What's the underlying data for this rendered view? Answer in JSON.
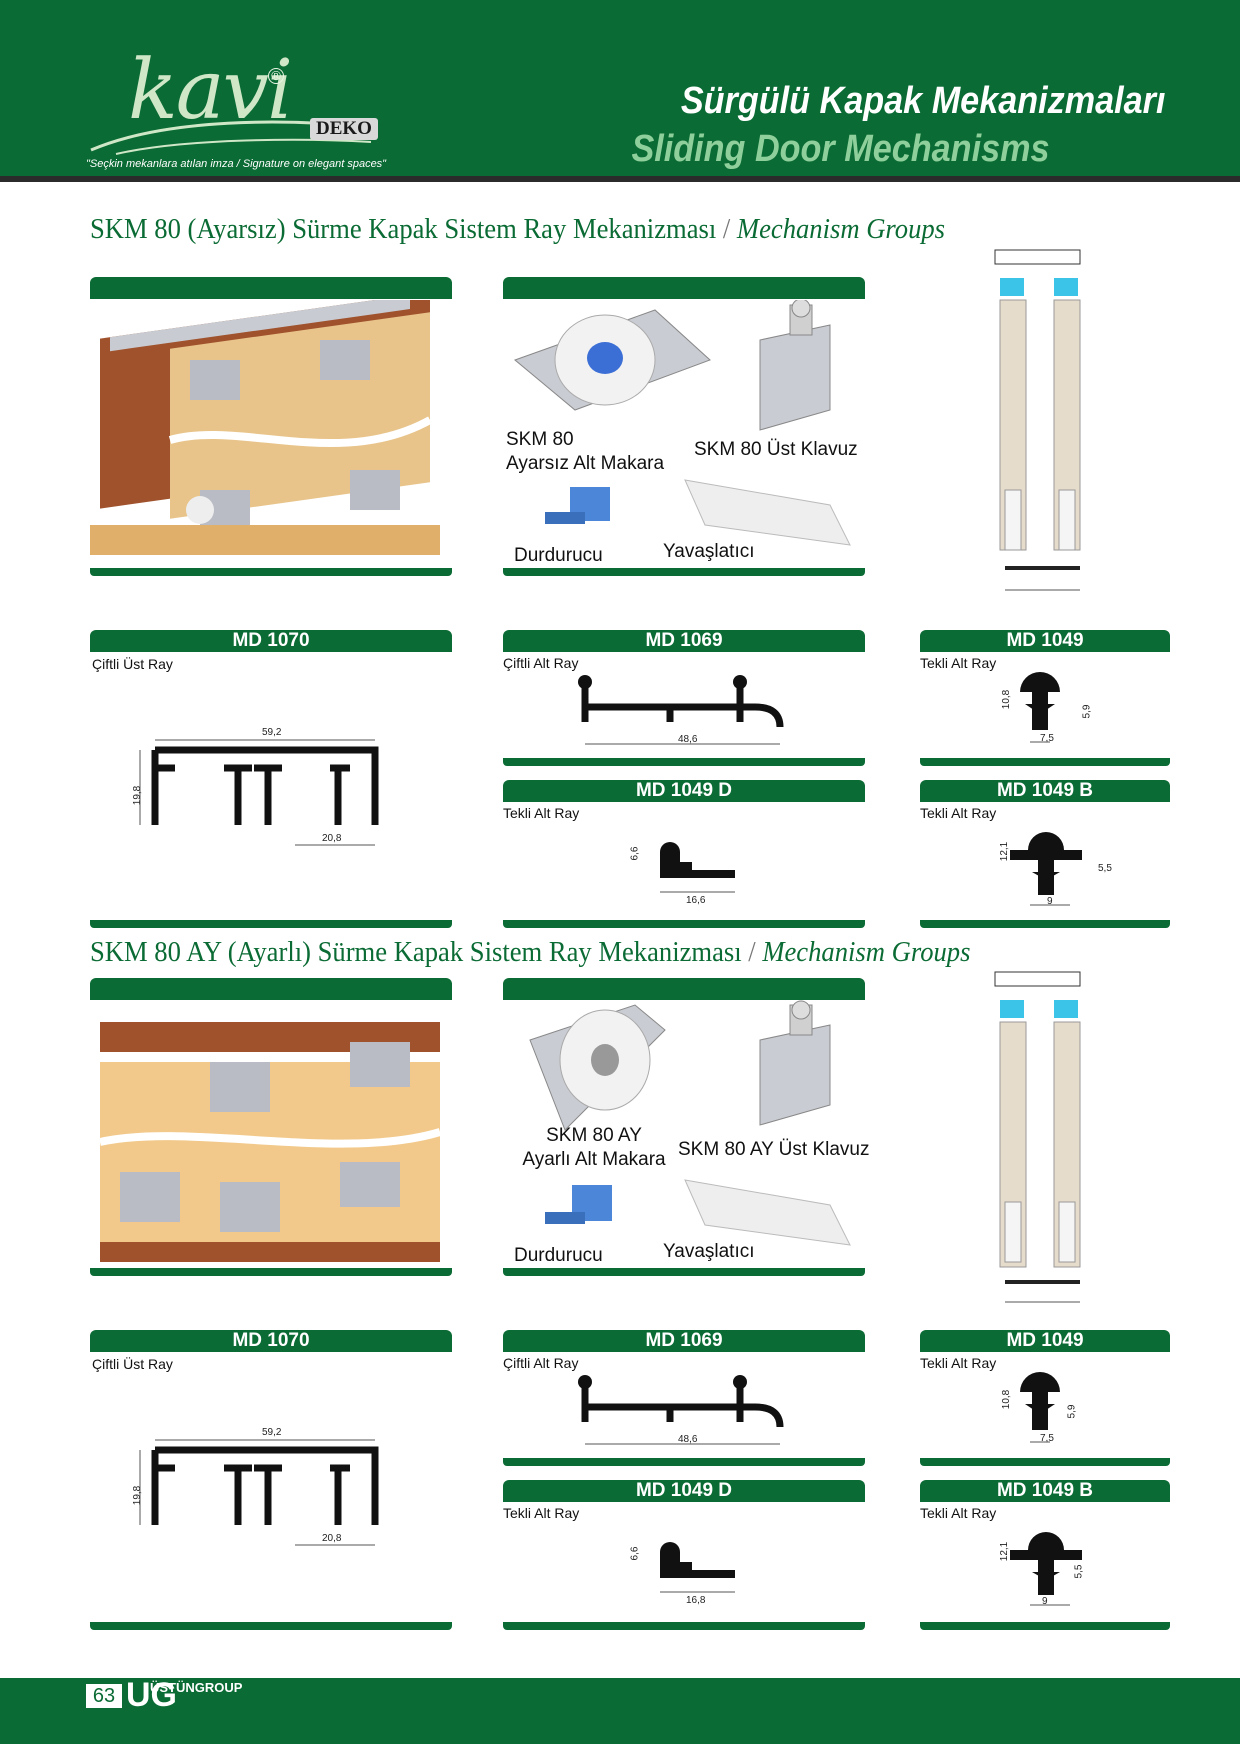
{
  "header": {
    "logo_text": "kavi",
    "logo_registered": "®",
    "logo_sub": "DEKO",
    "slogan": "\"Seçkin mekanlara atılan imza / Signature on elegant spaces\"",
    "title_tr": "Sürgülü Kapak Mekanizmaları",
    "title_en": "Sliding Door Mechanisms"
  },
  "section1": {
    "title_main": "SKM 80 (Ayarsız) Sürme Kapak Sistem Ray Mekanizması",
    "title_sep": " / ",
    "title_en": "Mechanism Groups",
    "parts": {
      "roller_line1": "SKM 80",
      "roller_line2": "Ayarsız Alt Makara",
      "guide": "SKM 80 Üst Klavuz",
      "stopper": "Durdurucu",
      "damper": "Yavaşlatıcı"
    },
    "profiles": {
      "md1070": {
        "code": "MD 1070",
        "desc": "Çiftli Üst Ray",
        "w": "59,2",
        "h": "19,8",
        "gap": "20,8"
      },
      "md1069": {
        "code": "MD 1069",
        "desc": "Çiftli Alt Ray",
        "w": "48,6"
      },
      "md1049": {
        "code": "MD 1049",
        "desc": "Tekli Alt Ray",
        "h": "10,8",
        "h2": "5,9",
        "w": "7,5"
      },
      "md1049d": {
        "code": "MD 1049 D",
        "desc": "Tekli Alt Ray",
        "h": "6,6",
        "w": "16,6"
      },
      "md1049b": {
        "code": "MD 1049 B",
        "desc": "Tekli Alt Ray",
        "h": "12,1",
        "h2": "5,5",
        "w": "9"
      }
    }
  },
  "section2": {
    "title_main": "SKM 80 AY (Ayarlı) Sürme Kapak Sistem Ray Mekanizması",
    "title_sep": " / ",
    "title_en": "Mechanism Groups",
    "parts": {
      "roller_line1": "SKM 80 AY",
      "roller_line2": "Ayarlı Alt Makara",
      "guide": "SKM 80 AY Üst Klavuz",
      "stopper": "Durdurucu",
      "damper": "Yavaşlatıcı"
    },
    "profiles": {
      "md1070": {
        "code": "MD 1070",
        "desc": "Çiftli Üst Ray",
        "w": "59,2",
        "h": "19,8",
        "gap": "20,8"
      },
      "md1069": {
        "code": "MD 1069",
        "desc": "Çiftli Alt Ray",
        "w": "48,6"
      },
      "md1049": {
        "code": "MD 1049",
        "desc": "Tekli Alt Ray",
        "h": "10,8",
        "h2": "5,9",
        "w": "7,5"
      },
      "md1049d": {
        "code": "MD 1049 D",
        "desc": "Tekli Alt Ray",
        "h": "6,6",
        "w": "16,8"
      },
      "md1049b": {
        "code": "MD 1049 B",
        "desc": "Tekli Alt Ray",
        "h": "12,1",
        "h2": "5,5",
        "w": "9"
      }
    }
  },
  "footer": {
    "page_number": "63",
    "brand_mark": "UG",
    "brand_text": "ÜSTÜNGROUP"
  },
  "colors": {
    "brand_green": "#0b6b34",
    "light_green": "#8fcf9c"
  }
}
